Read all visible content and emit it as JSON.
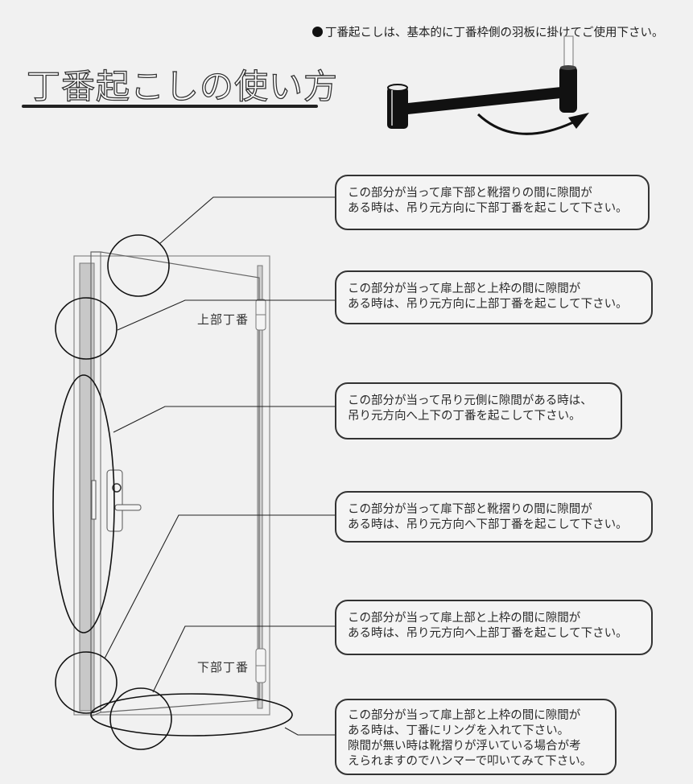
{
  "header": {
    "note": "丁番起こしは、基本的に丁番枠側の羽板に掛けてご使用下さい。",
    "title": "丁番起こしの使い方"
  },
  "diagram": {
    "upper_hinge_label": "上部丁番",
    "lower_hinge_label": "下部丁番"
  },
  "callouts": [
    {
      "lines": [
        "この部分が当って扉下部と靴摺りの間に隙間が",
        "ある時は、吊り元方向に下部丁番を起こして下さい。"
      ]
    },
    {
      "lines": [
        "この部分が当って扉上部と上枠の間に隙間が",
        "ある時は、吊り元方向に上部丁番を起こして下さい。"
      ]
    },
    {
      "lines": [
        "この部分が当って吊り元側に隙間がある時は、",
        "吊り元方向へ上下の丁番を起こして下さい。"
      ]
    },
    {
      "lines": [
        "この部分が当って扉下部と靴摺りの間に隙間が",
        "ある時は、吊り元方向へ下部丁番を起こして下さい。"
      ]
    },
    {
      "lines": [
        "この部分が当って扉上部と上枠の間に隙間が",
        "ある時は、吊り元方向へ上部丁番を起こして下さい。"
      ]
    },
    {
      "lines": [
        "この部分が当って扉上部と上枠の間に隙間が",
        "ある時は、丁番にリングを入れて下さい。",
        "隙間が無い時は靴摺りが浮いている場合が考",
        "えられますのでハンマーで叩いてみて下さい。"
      ]
    }
  ]
}
